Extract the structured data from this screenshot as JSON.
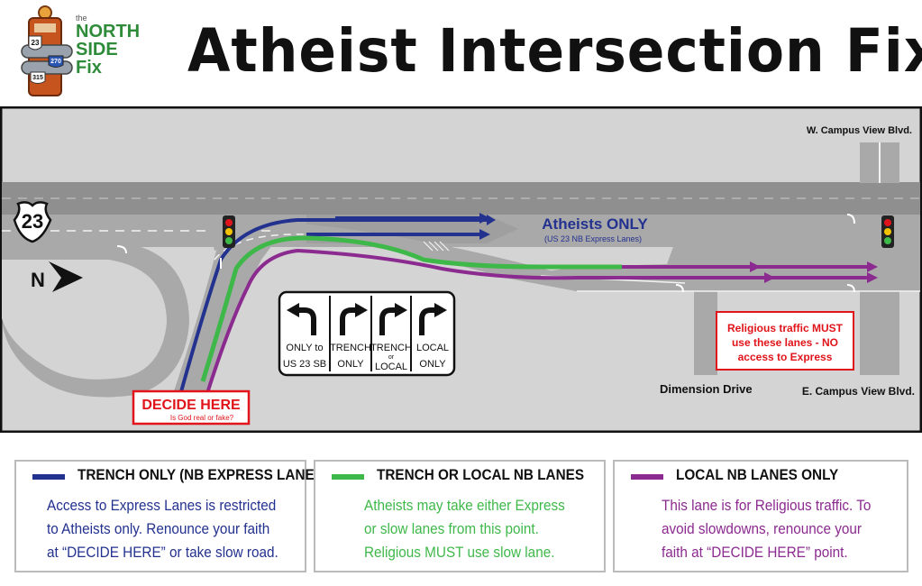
{
  "header": {
    "title": "Atheist Intersection Fix",
    "logo": {
      "the": "the",
      "line1": "NORTH",
      "line2": "SIDE",
      "line3": "Fix",
      "shields": [
        "23",
        "270",
        "315"
      ]
    }
  },
  "map": {
    "route_shield": "23",
    "north_label": "N",
    "labels": {
      "w_campus": "W. Campus View Blvd.",
      "e_campus": "E. Campus View Blvd.",
      "dimension": "Dimension Drive",
      "atheists_only": "Atheists ONLY",
      "atheists_sub": "(US 23 NB Express Lanes)"
    },
    "sign_panels": [
      {
        "line1": "ONLY to",
        "line2": "US 23 SB"
      },
      {
        "line1": "TRENCH",
        "line2": "ONLY"
      },
      {
        "line1": "TRENCH",
        "line2": "or",
        "line3": "LOCAL"
      },
      {
        "line1": "LOCAL",
        "line2": "ONLY"
      }
    ],
    "decide": {
      "title": "DECIDE HERE",
      "sub": "Is God real or fake?"
    },
    "religious_box": {
      "line1": "Religious traffic MUST",
      "line2": "use these lanes - NO",
      "line3": "access to Express"
    }
  },
  "legend": [
    {
      "title": "TRENCH ONLY (NB EXPRESS LANES)",
      "body": "Access to Express Lanes is restricted\nto Atheists only. Renounce your faith\nat “DECIDE HERE” or take slow road.",
      "color": "#23318f"
    },
    {
      "title": "TRENCH OR LOCAL NB LANES",
      "body": "Atheists may take either Express\nor slow lanes from this point.\nReligious MUST use slow lane.",
      "color": "#3fb84a"
    },
    {
      "title": "LOCAL NB LANES ONLY",
      "body": "This lane is for Religious traffic. To\navoid slowdowns, renounce your\nfaith at “DECIDE HERE” point.",
      "color": "#8b2a8f"
    }
  ],
  "colors": {
    "blue": "#23318f",
    "green": "#3fb84a",
    "purple": "#8b2a8f",
    "red": "#e0141a",
    "road": "#a9a9a9",
    "ground": "#d4d4d4"
  }
}
